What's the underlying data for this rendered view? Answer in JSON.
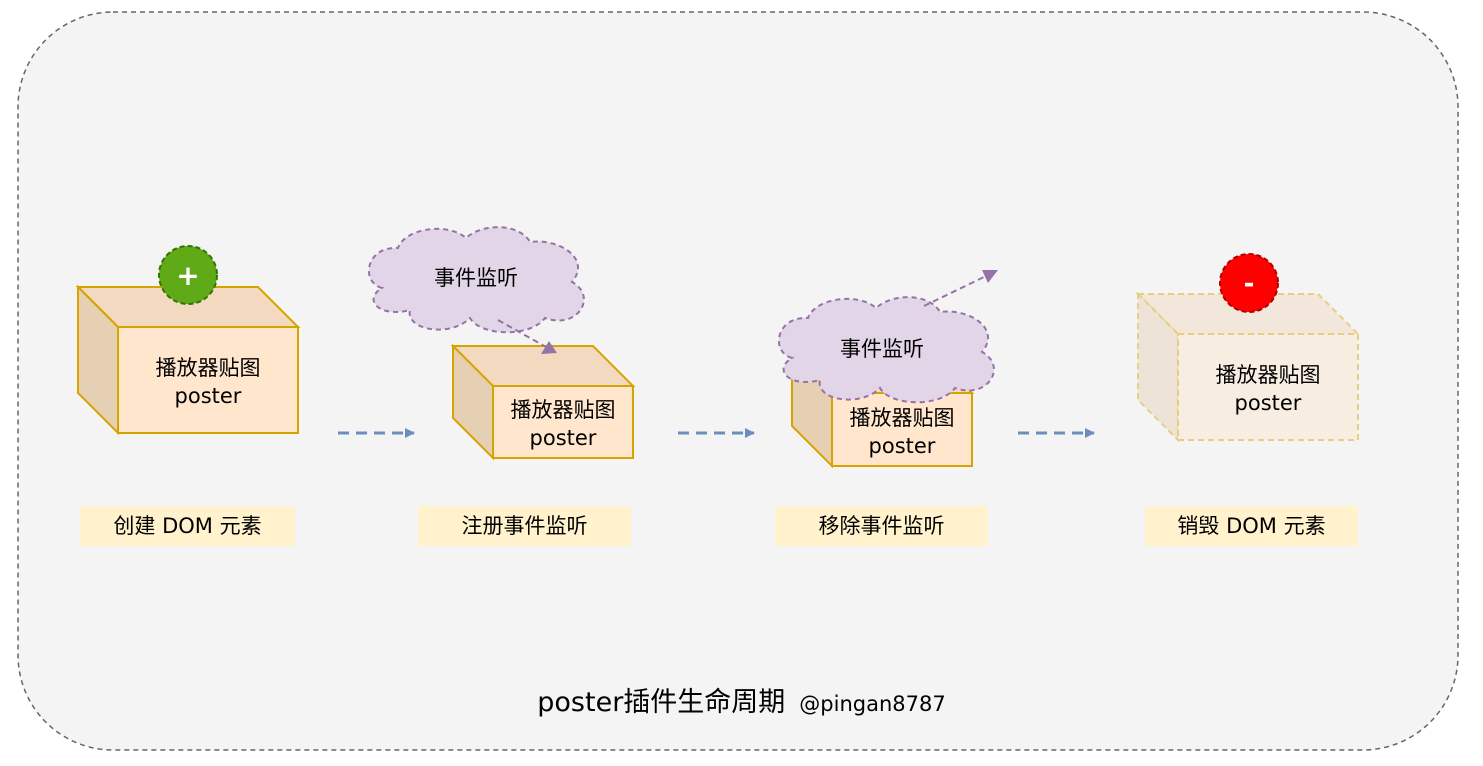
{
  "steps": [
    {
      "label": "创建 DOM 元素",
      "box_text": [
        "播放器贴图",
        "poster"
      ],
      "badge": "+"
    },
    {
      "label": "注册事件监听",
      "box_text": [
        "播放器贴图",
        "poster"
      ],
      "cloud_text": "事件监听"
    },
    {
      "label": "移除事件监听",
      "box_text": [
        "播放器贴图",
        "poster"
      ],
      "cloud_text": "事件监听"
    },
    {
      "label": "销毁 DOM 元素",
      "box_text": [
        "播放器贴图",
        "poster"
      ],
      "badge": "-"
    }
  ],
  "footer": {
    "title": "poster插件生命周期",
    "author": "@pingan8787"
  },
  "colors": {
    "container_fill": "#f4f4f4",
    "container_border": "#666666",
    "box_fill": "#ffe6cc",
    "box_side": "#e6d0b3",
    "box_top": "#f2d9bf",
    "box_stroke": "#d6a400",
    "cloud_fill": "#e1d5e7",
    "cloud_stroke": "#9673a6",
    "flow_arrow": "#6c8ebf",
    "add_badge": "#60a917",
    "add_badge_stroke": "#2d7600",
    "remove_badge": "#ff0000",
    "remove_badge_stroke": "#b20000",
    "label_fill": "#fff2cc"
  }
}
